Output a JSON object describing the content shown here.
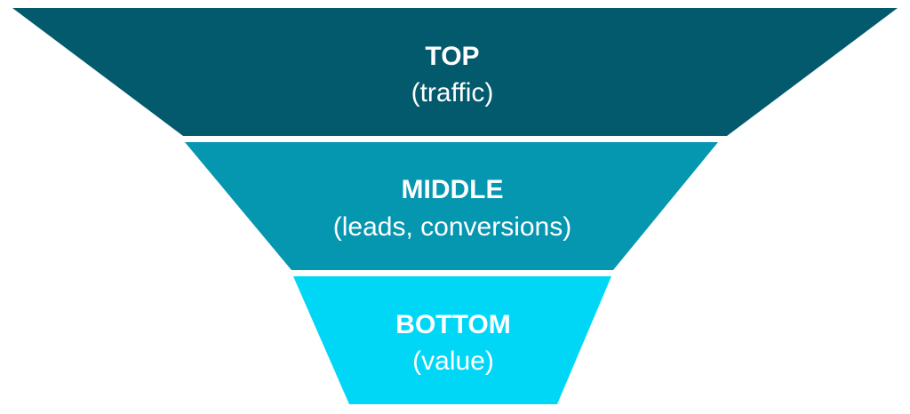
{
  "funnel": {
    "stages": [
      {
        "title": "TOP",
        "subtitle": "(traffic)",
        "color": "#035a6d",
        "text_color": "#ffffff"
      },
      {
        "title": "MIDDLE",
        "subtitle": "(leads, conversions)",
        "color": "#0596b0",
        "text_color": "#ffffff"
      },
      {
        "title": "BOTTOM",
        "subtitle": "(value)",
        "color": "#00d7f7",
        "text_color": "#ffffff"
      }
    ]
  }
}
